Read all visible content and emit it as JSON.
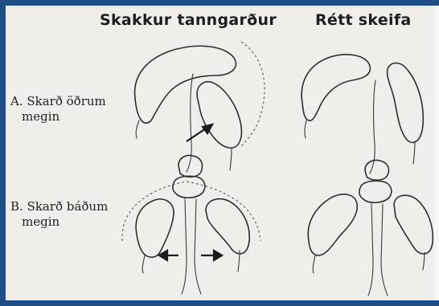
{
  "headings": {
    "left": "Skakkur tanngarður",
    "right": "Rétt skeifa"
  },
  "rows": [
    {
      "id": "A",
      "line1": "A. Skarð öðrum",
      "line2": "megin"
    },
    {
      "id": "B",
      "line1": "B. Skarð báðum",
      "line2": "megin"
    }
  ],
  "colors": {
    "frame_blue": "#1f4d86",
    "paper": "#efeeeb",
    "ink": "#2e2e2e"
  }
}
